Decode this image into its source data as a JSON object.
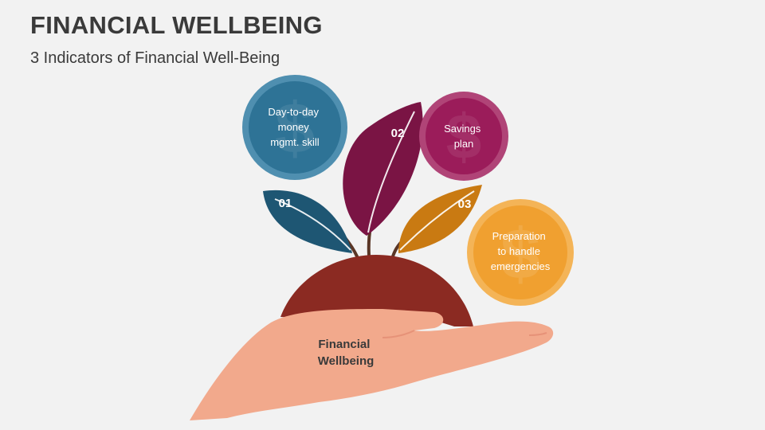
{
  "title": "FINANCIAL WELLBEING",
  "subtitle": "3 Indicators of Financial Well-Being",
  "center_label": [
    "Financial",
    "Wellbeing"
  ],
  "indicators": [
    {
      "number": "01",
      "label": [
        "Day-to-day",
        "money",
        "mgmt. skill"
      ],
      "color": "#1e5673",
      "circle_color": "#2e7396",
      "ring_color": "#4f8fb0"
    },
    {
      "number": "02",
      "label": [
        "Savings",
        "plan"
      ],
      "color": "#7a1444",
      "circle_color": "#9b1c5a",
      "ring_color": "#b04477"
    },
    {
      "number": "03",
      "label": [
        "Preparation",
        "to handle",
        "emergencies"
      ],
      "color": "#c97a12",
      "circle_color": "#f0a030",
      "ring_color": "#f4b457"
    }
  ],
  "colors": {
    "soil": "#8b2a22",
    "hand": "#f2a98c",
    "stem": "#5a3626",
    "text_dark": "#3a3a3a",
    "text_light": "#ffffff"
  },
  "icons": [
    "coin-watermark-icon"
  ]
}
